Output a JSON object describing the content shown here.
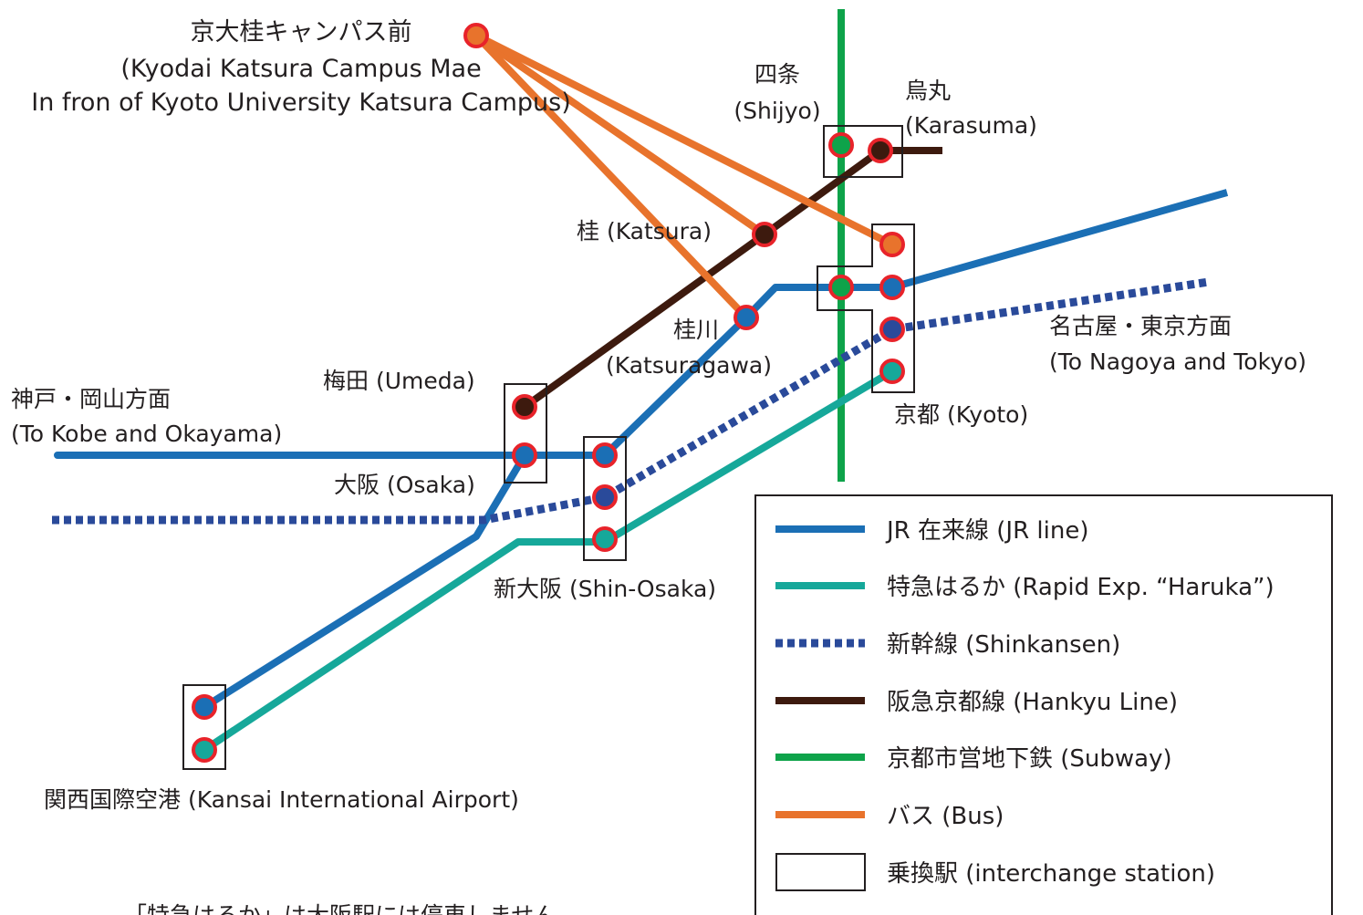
{
  "colors": {
    "jr": "#1b6fb5",
    "haruka": "#16a89a",
    "shinkansen": "#2a4a9a",
    "hankyu": "#3d1a0e",
    "subway": "#0ea34a",
    "bus": "#e8732c",
    "station_ring": "#e8232a",
    "text": "#231f20"
  },
  "labels": {
    "campus_ja": "京大桂キャンパス前",
    "campus_en1": "(Kyodai Katsura Campus Mae",
    "campus_en2": "In fron of Kyoto University Katsura Campus)",
    "shijyo_ja": "四条",
    "shijyo_en": "(Shijyo)",
    "karasuma_ja": "烏丸",
    "karasuma_en": "(Karasuma)",
    "katsura": "桂 (Katsura)",
    "katsuragawa_ja": "桂川",
    "katsuragawa_en": "(Katsuragawa)",
    "umeda": "梅田 (Umeda)",
    "osaka": "大阪 (Osaka)",
    "shin_osaka": "新大阪 (Shin-Osaka)",
    "kyoto": "京都 (Kyoto)",
    "kobe_ja": "神戸・岡山方面",
    "kobe_en": "(To Kobe and Okayama)",
    "nagoya_ja": "名古屋・東京方面",
    "nagoya_en": "(To Nagoya and Tokyo)",
    "kansai": "関西国際空港 (Kansai International Airport)",
    "note": "「特急はるか」は大阪駅には停車しません"
  },
  "legend": {
    "items": [
      {
        "label": "JR 在来線 (JR line)",
        "icon": "jr-line-swatch"
      },
      {
        "label": "特急はるか (Rapid Exp. “Haruka”)",
        "icon": "haruka-line-swatch"
      },
      {
        "label": "新幹線 (Shinkansen)",
        "icon": "shinkansen-line-swatch"
      },
      {
        "label": "阪急京都線 (Hankyu Line)",
        "icon": "hankyu-line-swatch"
      },
      {
        "label": "京都市営地下鉄 (Subway)",
        "icon": "subway-line-swatch"
      },
      {
        "label": "バス (Bus)",
        "icon": "bus-line-swatch"
      },
      {
        "label": "乗換駅 (interchange station)",
        "icon": "interchange-box-swatch"
      }
    ]
  }
}
